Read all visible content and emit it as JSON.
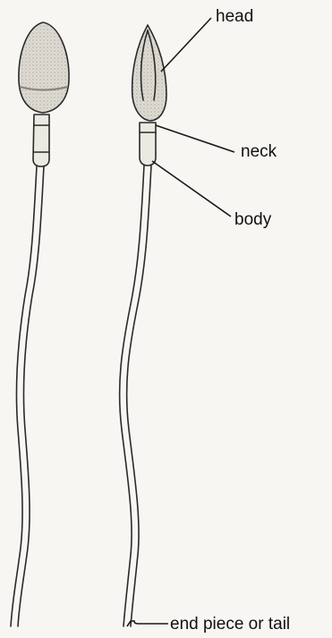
{
  "labels": {
    "head": "head",
    "neck": "neck",
    "body": "body",
    "tail": "end piece or tail"
  },
  "colors": {
    "background": "#f7f6f2",
    "ink": "#1a1a1a",
    "head_fill": "#d9d6cf"
  }
}
